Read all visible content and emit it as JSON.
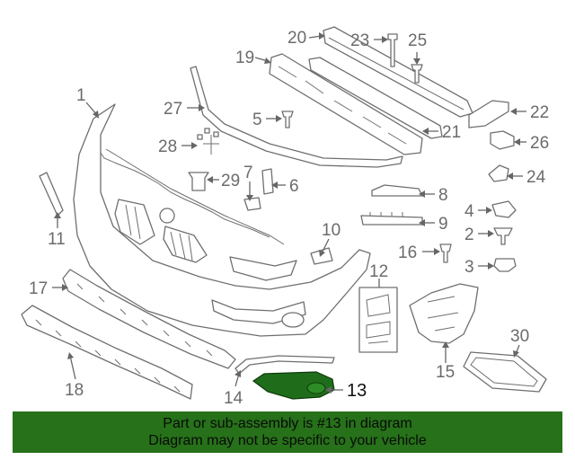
{
  "diagram": {
    "callouts": {
      "c1": "1",
      "c2": "2",
      "c3": "3",
      "c4": "4",
      "c5": "5",
      "c6": "6",
      "c7": "7",
      "c8": "8",
      "c9": "9",
      "c10": "10",
      "c11": "11",
      "c12": "12",
      "c13": "13",
      "c14": "14",
      "c15": "15",
      "c16": "16",
      "c17": "17",
      "c18": "18",
      "c19": "19",
      "c20": "20",
      "c21": "21",
      "c22": "22",
      "c23": "23",
      "c24": "24",
      "c25": "25",
      "c26": "26",
      "c27": "27",
      "c28": "28",
      "c29": "29",
      "c30": "30"
    },
    "highlight_color": "#1f6d1a"
  },
  "banner": {
    "line1": "Part or sub-assembly is #13 in diagram",
    "line2": "Diagram may not be specific to your vehicle",
    "background": "#267119"
  }
}
